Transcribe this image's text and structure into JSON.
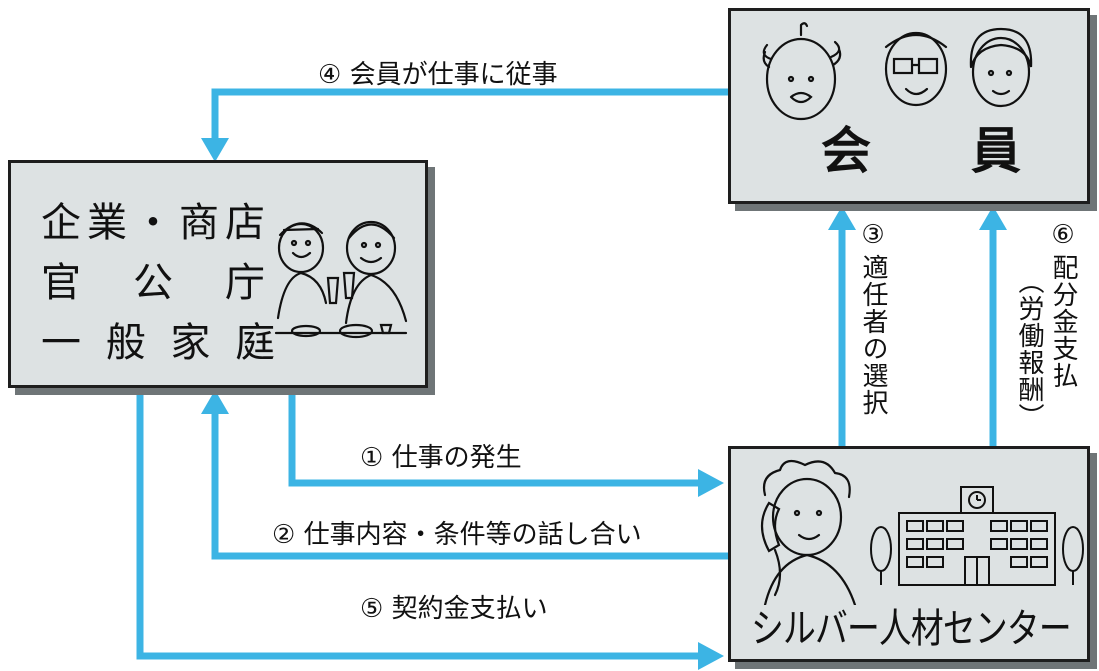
{
  "client": {
    "lines": [
      "企業・商店",
      "官　公　庁",
      "一 般 家 庭"
    ]
  },
  "member": {
    "label_left": "会",
    "label_right": "員"
  },
  "center": {
    "label": "シルバー人材センター"
  },
  "steps": {
    "s1": "① 仕事の発生",
    "s2": "② 仕事内容・条件等の話し合い",
    "s3_num": "③",
    "s3_text": "適任者の選択",
    "s4": "④ 会員が仕事に従事",
    "s5": "⑤ 契約金支払い",
    "s6_num": "⑥",
    "s6_text": "配分金支払",
    "s6_note": "（労働報酬）"
  },
  "colors": {
    "arrow": "#3cb4e4",
    "box_fill": "#dde2e3",
    "border": "#1e1e1e",
    "shadow": "#6f7577"
  }
}
